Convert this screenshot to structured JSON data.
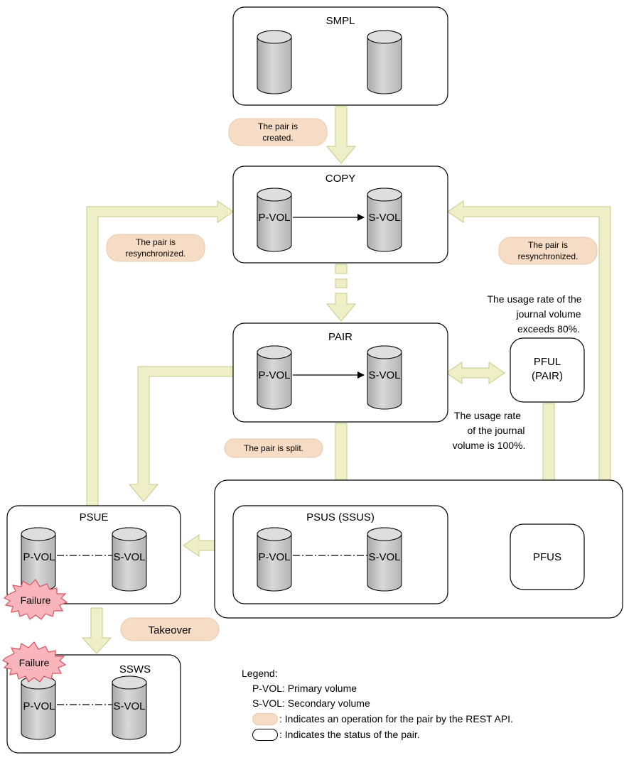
{
  "states": {
    "smpl": "SMPL",
    "copy": "COPY",
    "pair": "PAIR",
    "pful_line1": "PFUL",
    "pful_line2": "(PAIR)",
    "psus": "PSUS (SSUS)",
    "pfus": "PFUS",
    "psue": "PSUE",
    "ssws": "SSWS"
  },
  "volumes": {
    "pvol": "P-VOL",
    "svol": "S-VOL"
  },
  "operations": {
    "created_1": "The pair is",
    "created_2": "created.",
    "resync_left_1": "The pair is",
    "resync_left_2": "resynchronized.",
    "resync_right_1": "The pair is",
    "resync_right_2": "resynchronized.",
    "split": "The pair is split.",
    "takeover": "Takeover"
  },
  "notes": {
    "usage80_1": "The usage rate of the",
    "usage80_2": "journal volume",
    "usage80_3": "exceeds 80%.",
    "usage100_1": "The usage rate",
    "usage100_2": "of the journal",
    "usage100_3": "volume is 100%.",
    "failure": "Failure"
  },
  "legend": {
    "title": "Legend:",
    "pvol": "P-VOL: Primary volume",
    "svol": "S-VOL: Secondary volume",
    "operation": ": Indicates an operation for the pair by the REST API.",
    "status": ": Indicates the status of the pair."
  },
  "colors": {
    "arrow_fill": "#eeefc6",
    "arrow_stroke": "#c9c98c",
    "operation_fill": "#f6dcc4",
    "failure_fill": "#f8b6bc",
    "failure_stroke": "#d9505c",
    "cylinder_fill": "#c8c8c8"
  }
}
